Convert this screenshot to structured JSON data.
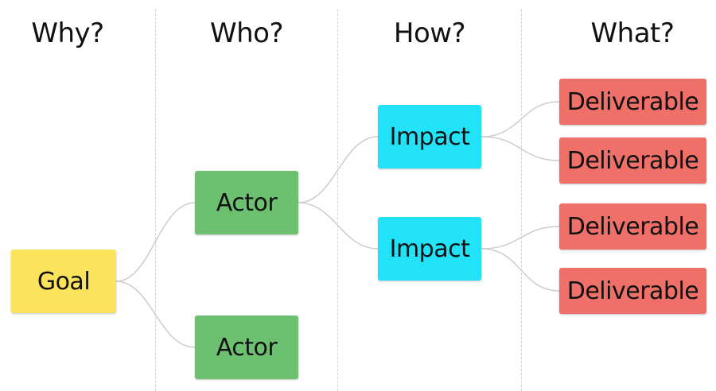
{
  "headers": [
    "Why?",
    "Who?",
    "How?",
    "What?"
  ],
  "nodes": {
    "goal": "Goal",
    "actors": [
      "Actor",
      "Actor"
    ],
    "impacts": [
      "Impact",
      "Impact"
    ],
    "deliverables": [
      "Deliverable",
      "Deliverable",
      "Deliverable",
      "Deliverable"
    ]
  },
  "colors": {
    "goal": "#fbe35b",
    "actor": "#6cc06f",
    "impact": "#22e2f8",
    "deliverable": "#ef6f69",
    "connector": "#cccccc",
    "divider": "#cfcfcf"
  }
}
